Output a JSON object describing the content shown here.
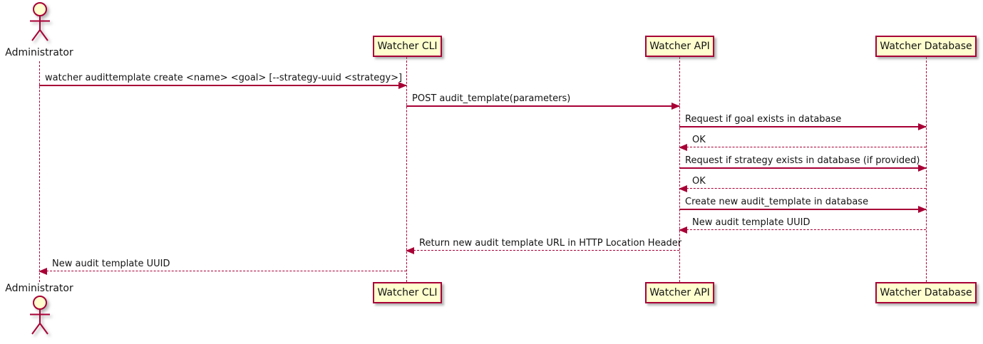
{
  "diagram": {
    "type": "sequence",
    "colors": {
      "participant_fill": "#FEFECE",
      "participant_border": "#A80036",
      "arrow_line": "#A80036",
      "text": "#141414",
      "background": "#FFFFFF"
    },
    "participants": [
      {
        "id": "administrator",
        "kind": "actor",
        "label": "Administrator"
      },
      {
        "id": "watcher-cli",
        "kind": "participant",
        "label": "Watcher CLI"
      },
      {
        "id": "watcher-api",
        "kind": "participant",
        "label": "Watcher API"
      },
      {
        "id": "watcher-database",
        "kind": "participant",
        "label": "Watcher Database"
      }
    ],
    "messages": [
      {
        "from": "Administrator",
        "to": "Watcher CLI",
        "line": "solid",
        "label": "watcher audittemplate create <name> <goal> [--strategy-uuid <strategy>]"
      },
      {
        "from": "Watcher CLI",
        "to": "Watcher API",
        "line": "solid",
        "label": "POST audit_template(parameters)"
      },
      {
        "from": "Watcher API",
        "to": "Watcher Database",
        "line": "solid",
        "label": "Request if goal exists in database"
      },
      {
        "from": "Watcher Database",
        "to": "Watcher API",
        "line": "dashed",
        "label": "OK"
      },
      {
        "from": "Watcher API",
        "to": "Watcher Database",
        "line": "solid",
        "label": "Request if strategy exists in database (if provided)"
      },
      {
        "from": "Watcher Database",
        "to": "Watcher API",
        "line": "dashed",
        "label": "OK"
      },
      {
        "from": "Watcher API",
        "to": "Watcher Database",
        "line": "solid",
        "label": "Create new audit_template in database"
      },
      {
        "from": "Watcher Database",
        "to": "Watcher API",
        "line": "dashed",
        "label": "New audit template UUID"
      },
      {
        "from": "Watcher API",
        "to": "Watcher CLI",
        "line": "dashed",
        "label": "Return new audit template URL in HTTP Location Header"
      },
      {
        "from": "Watcher CLI",
        "to": "Administrator",
        "line": "dashed",
        "label": "New audit template UUID"
      }
    ]
  }
}
